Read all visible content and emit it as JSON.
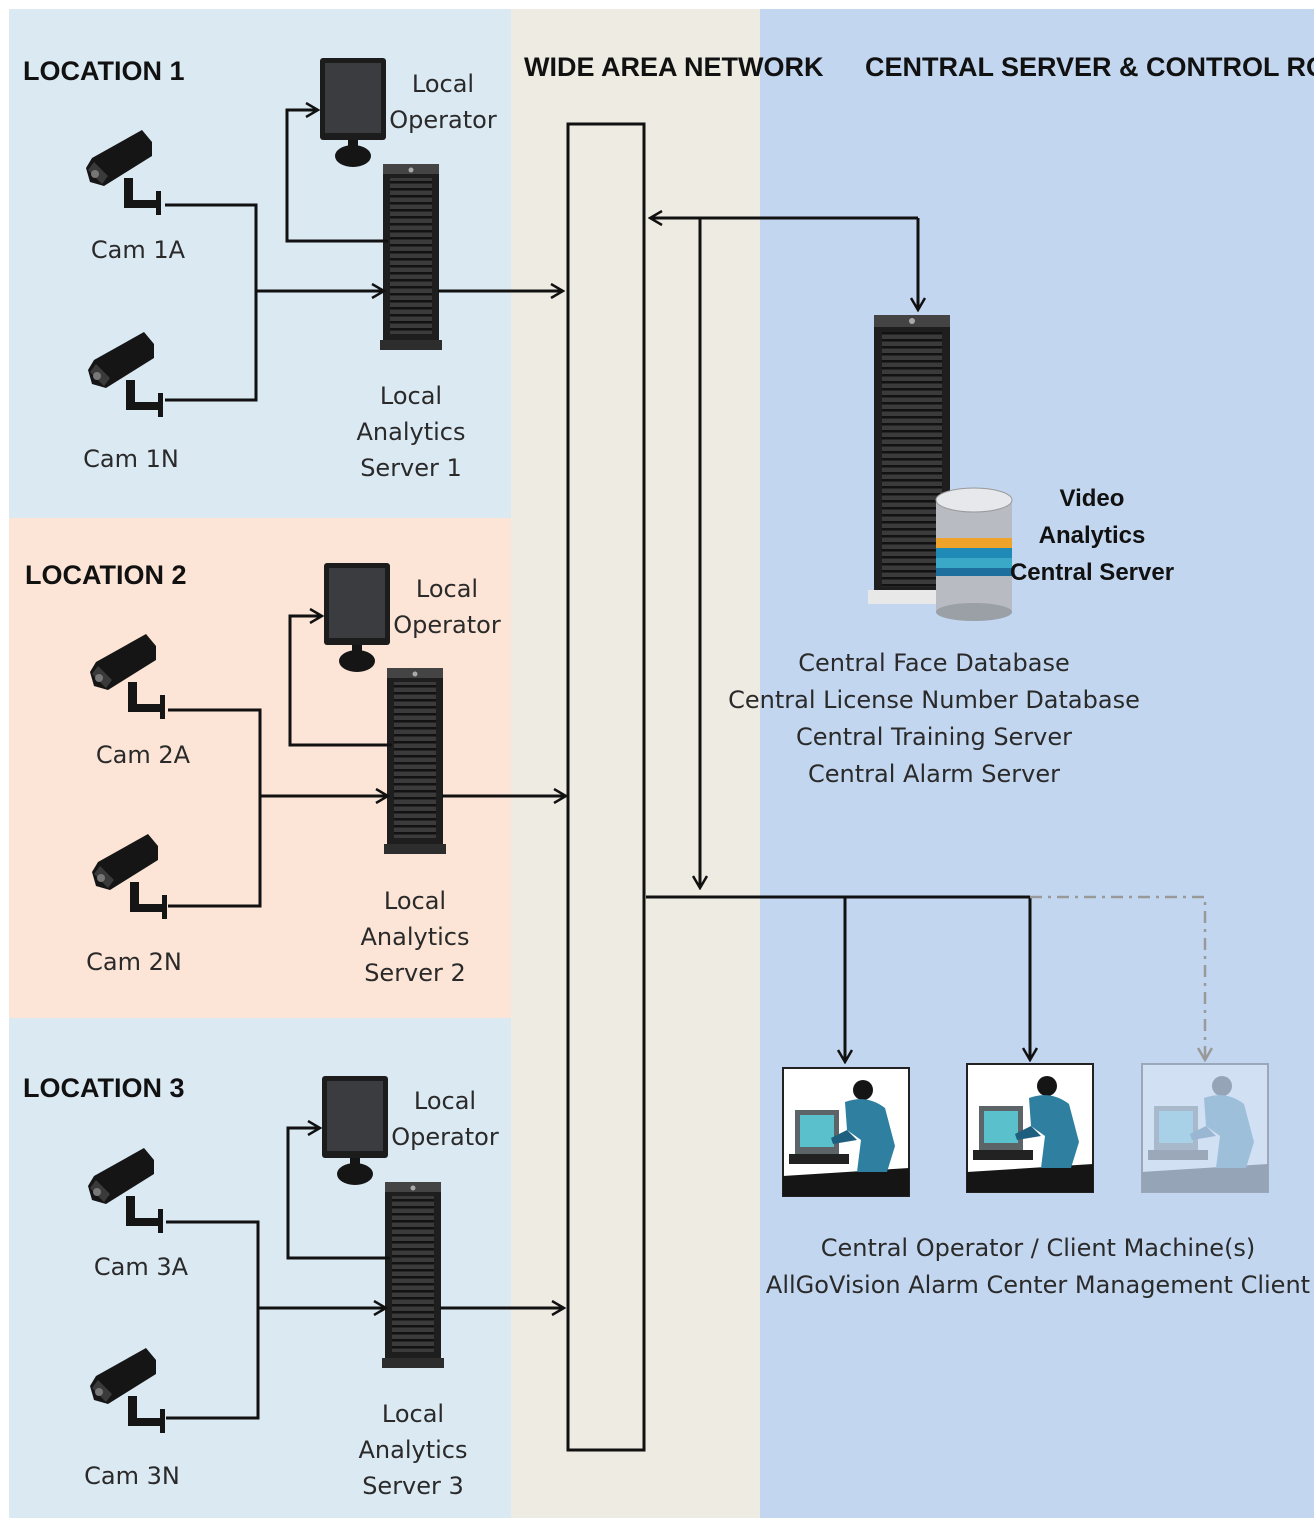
{
  "sections": {
    "location1": "LOCATION 1",
    "location2": "LOCATION 2",
    "location3": "LOCATION 3",
    "wan": "WIDE AREA NETWORK",
    "central": "CENTRAL SERVER & CONTROL ROOM"
  },
  "locations": [
    {
      "cam_a": "Cam 1A",
      "cam_n": "Cam 1N",
      "operator": [
        "Local",
        "Operator"
      ],
      "server": [
        "Local",
        "Analytics",
        "Server 1"
      ]
    },
    {
      "cam_a": "Cam 2A",
      "cam_n": "Cam 2N",
      "operator": [
        "Local",
        "Operator"
      ],
      "server": [
        "Local",
        "Analytics",
        "Server 2"
      ]
    },
    {
      "cam_a": "Cam 3A",
      "cam_n": "Cam 3N",
      "operator": [
        "Local",
        "Operator"
      ],
      "server": [
        "Local",
        "Analytics",
        "Server 3"
      ]
    }
  ],
  "central_server": {
    "title": [
      "Video",
      "Analytics",
      "Central  Server"
    ],
    "services": [
      "Central Face Database",
      "Central License Number Database",
      "Central Training  Server",
      "Central Alarm Server"
    ]
  },
  "clients": {
    "lines": [
      "Central Operator / Client Machine(s)",
      "AllGoVision Alarm Center Management Client"
    ]
  },
  "colors": {
    "location_blue": "#dbe9f3",
    "location_peach": "#fce5d6",
    "wan_bg": "#eeebe2",
    "central_bg": "#c3d6ef"
  }
}
